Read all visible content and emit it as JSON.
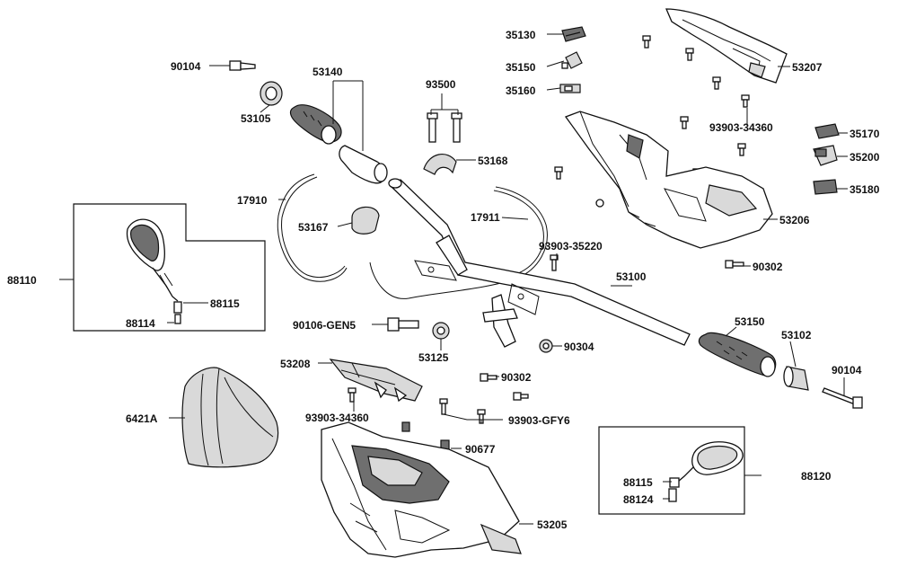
{
  "diagram": {
    "labels": {
      "p90104a": "90104",
      "p53105": "53105",
      "p53140": "53140",
      "p93500": "93500",
      "p35130": "35130",
      "p35150": "35150",
      "p35160": "35160",
      "p53207": "53207",
      "p93903_34360a": "93903-34360",
      "p35170": "35170",
      "p35200": "35200",
      "p35180": "35180",
      "p53168": "53168",
      "p17910": "17910",
      "p17911": "17911",
      "p53167": "53167",
      "p53206": "53206",
      "p88110": "88110",
      "p88115a": "88115",
      "p88114": "88114",
      "p93903_35220": "93903-35220",
      "p90302a": "90302",
      "p53100": "53100",
      "p90106": "90106-GEN5",
      "p53125": "53125",
      "p90304": "90304",
      "p53150": "53150",
      "p53102": "53102",
      "p90104b": "90104",
      "p53208": "53208",
      "p90302b": "90302",
      "p93903_34360b": "93903-34360",
      "p93903_gfy6": "93903-GFY6",
      "p6421a": "6421A",
      "p90677": "90677",
      "p88120": "88120",
      "p88115b": "88115",
      "p88124": "88124",
      "p53205": "53205"
    }
  }
}
